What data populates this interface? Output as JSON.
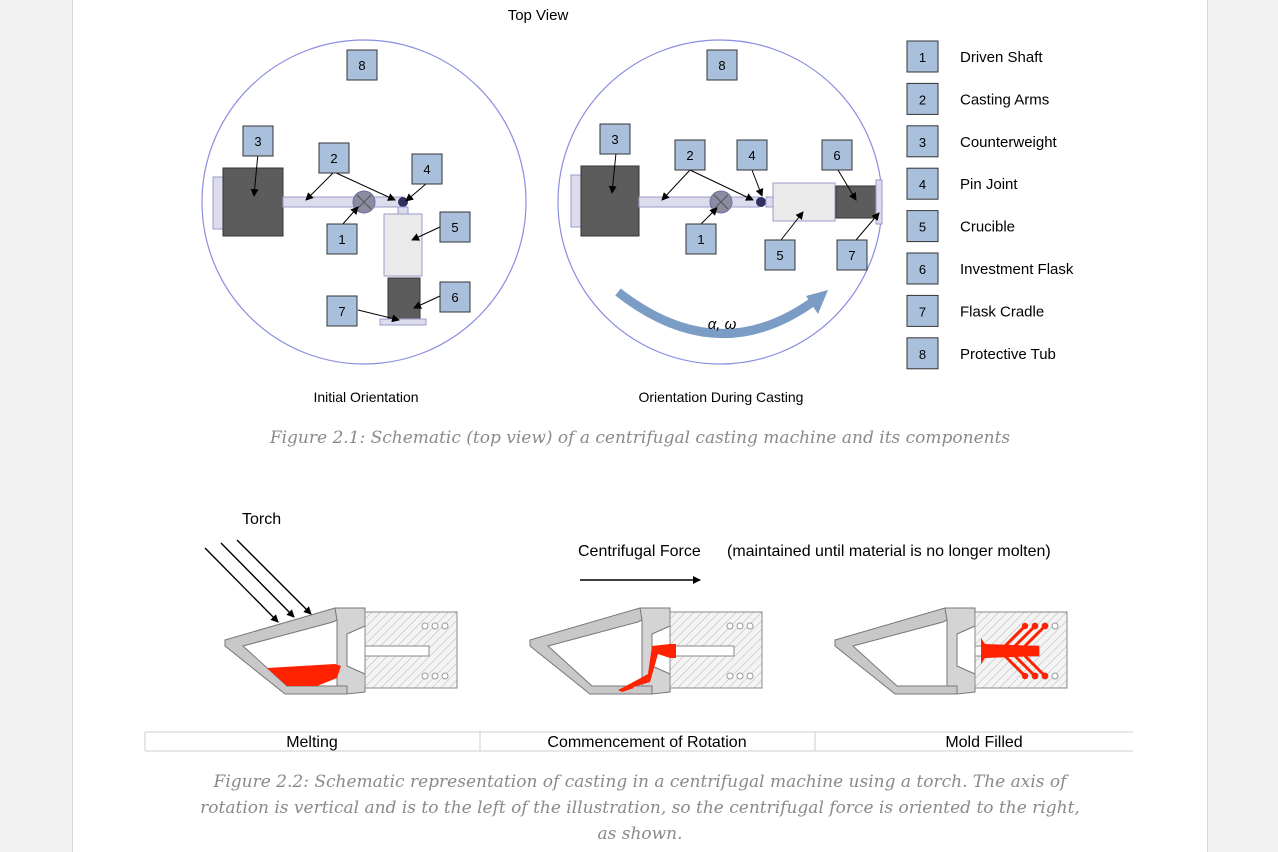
{
  "figure1": {
    "top_view_label": "Top View",
    "left_label": "Initial Orientation",
    "right_label": "Orientation During Casting",
    "rotation_label": "α, ω",
    "caption": "Figure 2.1: Schematic (top view) of a centrifugal casting machine and its components",
    "legend": [
      {
        "num": "1",
        "text": "Driven Shaft"
      },
      {
        "num": "2",
        "text": "Casting Arms"
      },
      {
        "num": "3",
        "text": "Counterweight"
      },
      {
        "num": "4",
        "text": "Pin Joint"
      },
      {
        "num": "5",
        "text": "Crucible"
      },
      {
        "num": "6",
        "text": "Investment Flask"
      },
      {
        "num": "7",
        "text": "Flask Cradle"
      },
      {
        "num": "8",
        "text": "Protective Tub"
      }
    ],
    "left_callouts": [
      "8",
      "3",
      "2",
      "4",
      "1",
      "5",
      "6",
      "7"
    ],
    "right_callouts": [
      "8",
      "3",
      "2",
      "4",
      "6",
      "1",
      "5",
      "7"
    ]
  },
  "figure2": {
    "torch_label": "Torch",
    "force_label": "Centrifugal Force",
    "force_note": "(maintained until material is no longer molten)",
    "stages": [
      "Melting",
      "Commencement of Rotation",
      "Mold Filled"
    ],
    "caption_lines": [
      "Figure 2.2: Schematic representation of casting in a centrifugal machine using a torch. The axis of",
      "rotation is vertical and is to the left of the illustration, so the centrifugal force is oriented to the right,",
      "as shown."
    ],
    "colors": {
      "molten": "#ff2200",
      "part_gray": "#8c8c8c",
      "box_fill": "#a9c0dd",
      "circle": "#8a8ee0"
    }
  }
}
